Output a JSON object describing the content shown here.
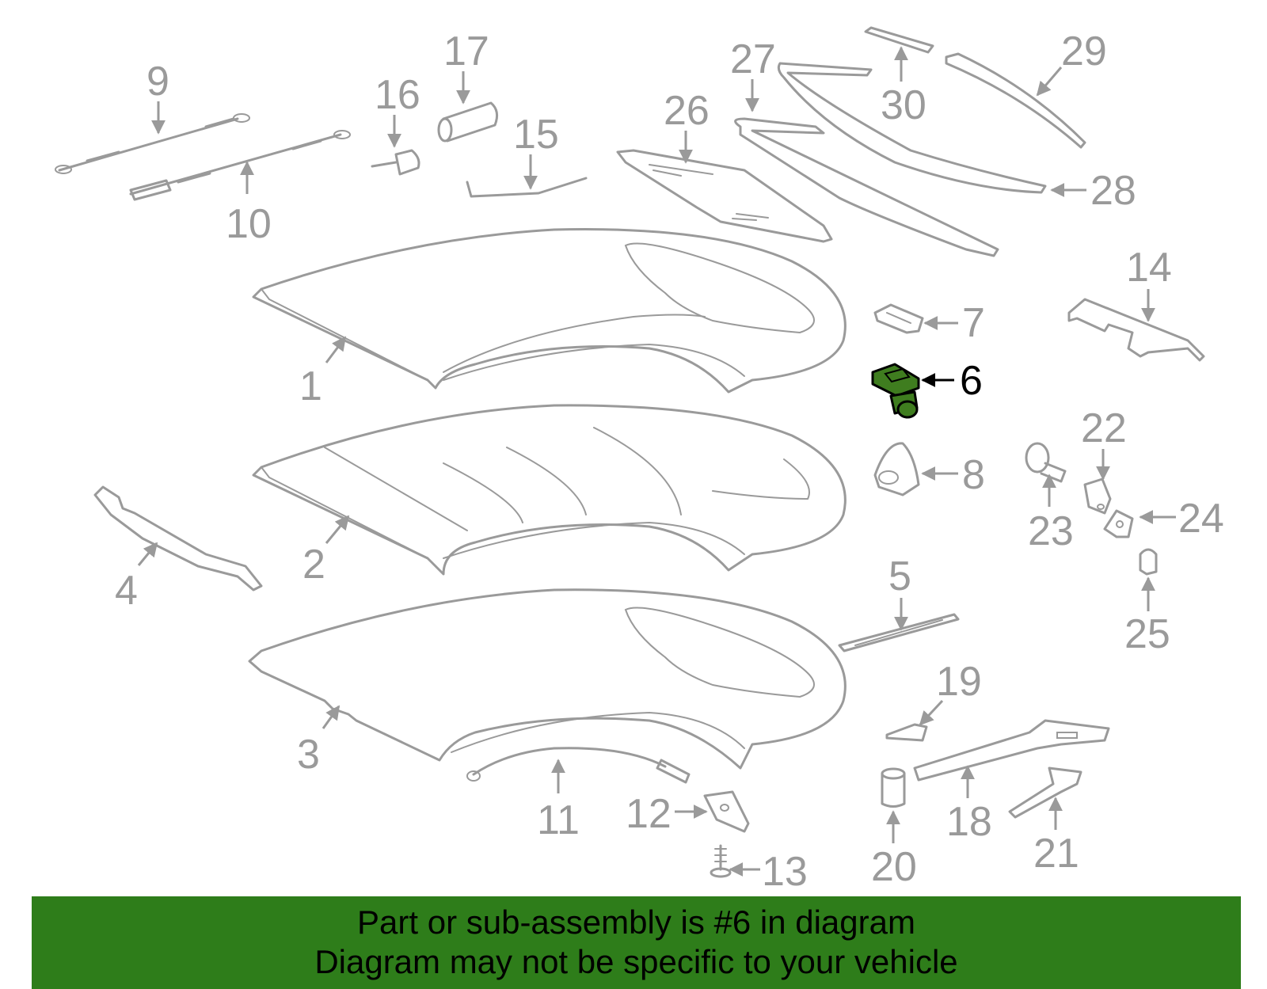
{
  "diagram": {
    "highlight_color": "#2e7d1a",
    "highlighted_callout": "6",
    "callouts": {
      "c1": "1",
      "c2": "2",
      "c3": "3",
      "c4": "4",
      "c5": "5",
      "c6": "6",
      "c7": "7",
      "c8": "8",
      "c9": "9",
      "c10": "10",
      "c11": "11",
      "c12": "12",
      "c13": "13",
      "c14": "14",
      "c15": "15",
      "c16": "16",
      "c17": "17",
      "c18": "18",
      "c19": "19",
      "c20": "20",
      "c21": "21",
      "c22": "22",
      "c23": "23",
      "c24": "24",
      "c25": "25",
      "c26": "26",
      "c27": "27",
      "c28": "28",
      "c29": "29",
      "c30": "30"
    }
  },
  "banner": {
    "line1": "Part or sub-assembly is #6 in diagram",
    "line2": "Diagram may not be specific to your vehicle"
  }
}
